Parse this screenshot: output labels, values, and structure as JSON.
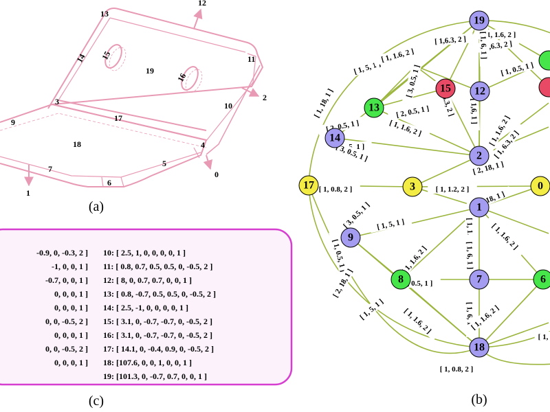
{
  "captions": {
    "a": "(a)",
    "b": "(b)",
    "c": "(c)"
  },
  "colors": {
    "part_outline": "#e89ab5",
    "edge": "#9bb53c",
    "purple": "#a49cf0",
    "yellow": "#f2ec44",
    "green": "#46e64a",
    "red": "#e84a66",
    "table_border": "#d63ed0",
    "table_fill": "#fbf2fb"
  },
  "part_labels": [
    "13",
    "12",
    "14",
    "15",
    "19",
    "16",
    "11",
    "2",
    "10",
    "3",
    "17",
    "9",
    "18",
    "4",
    "7",
    "5",
    "6",
    "0",
    "1"
  ],
  "graph_nodes": [
    {
      "id": "19",
      "color": "purple"
    },
    {
      "id": "15",
      "color": "red"
    },
    {
      "id": "12",
      "color": "purple"
    },
    {
      "id": "13",
      "color": "green"
    },
    {
      "id": "14",
      "color": "purple"
    },
    {
      "id": "2",
      "color": "purple"
    },
    {
      "id": "17",
      "color": "yellow"
    },
    {
      "id": "3",
      "color": "yellow"
    },
    {
      "id": "0",
      "color": "yellow"
    },
    {
      "id": "1",
      "color": "purple"
    },
    {
      "id": "9",
      "color": "purple"
    },
    {
      "id": "8",
      "color": "green"
    },
    {
      "id": "7",
      "color": "purple"
    },
    {
      "id": "6",
      "color": "green"
    },
    {
      "id": "18",
      "color": "purple"
    },
    {
      "id": "",
      "color": "green"
    },
    {
      "id": "",
      "color": "red"
    }
  ],
  "edge_labels": [
    "[ 1, 18, 1 ]",
    "[ 1, 5, 1 ]",
    "[ 1, 1.6, 2 ]",
    "[ 1,6.3, 2 ]",
    "[ 1, 1.6, 2 ]",
    "[ 1,6.3, 2 ]",
    "[ 3, 0.5, 1 ]",
    "[ 1, 6, 1 ]",
    "[ 1, 0.5, 1 ]",
    "[ 2, 0.5, 1 ]",
    "[ 2, 0.5, 1 ]",
    "[ 1,6.3, 2 ]",
    "[ 1,6, 1 ]",
    "[ 1, 1.6, 2 ]",
    "[ 1, 6.3, 2 ]",
    "[ 1, 1.6, 2 ]",
    "[ 1, 5, 1 ]",
    "[ 3, 0.5, 1 ]",
    "[ 2, 18, 1 ]",
    "[ 1, 0.8, 2 ]",
    "[ 1, 1.2, 2 ]",
    "[ 1, 18, 1 ]",
    "[ 3, 0.5, 1 ]",
    "[ 1, 5, 1 ]",
    "[ 1, 1.6 ]",
    "[ 1, 0.5, 1 ]",
    "[ 1, 1.6, 2 ]",
    "[ 1, 6, 1 ]",
    "[ 1, 1.6, 2 ]",
    "[ 2, 0.5, 1 ]",
    "[ 2, 18, 1 ]",
    "[ 1, 5, 1 ]",
    "[ 1, 1.6, 2 ]",
    "[ 1, 6, 1 ]",
    "[ 1, 1.6, 2 ]",
    "[ 1, 0.8, 2 ]",
    "[ 1,"
  ],
  "table_left": [
    "-0.9,    0,   -0.3,    2 ]",
    "-1,    0,      0,    1 ]",
    "-0.7,    0,      0,    1 ]",
    "0,    0,      0,    1 ]",
    "0,    0,      0,    1 ]",
    "0,    0,  -0.5,    2 ]",
    "0,    0,      0,    1 ]",
    "0,    0,  -0.5,    2 ]",
    "0,    0,      0,    1 ]"
  ],
  "table_right": [
    "10:  [   2.5,     1,      0,      0,     0,      0,     1 ]",
    "11:  [   0.8,  0.7,    0.5,    0.5,     0,   -0.5,     2 ]",
    "12:  [      8,     0,    0.7,    0.7,     0,      0,     1 ]",
    "13:  [   0.8, -0.7,    0.5,    0.5,     0,   -0.5,     2 ]",
    "14:  [   2.5,    -1,      0,      0,     0,      0,     1 ]",
    "15:  [   3.1,     0,   -0.7,   -0.7,     0,   -0.5,     2 ]",
    "16:  [   3.1,     0,   -0.7,   -0.7,     0,   -0.5,     2 ]",
    "17:  [  14.1,     0,   -0.4,    0.9,     0,   -0.5,     2 ]",
    "18:  [107.6,     0,      0,      1,      0,      0,     1 ]",
    "19:  [101.3,     0,   -0.7,    0.7,     0,      0,     1 ]"
  ]
}
